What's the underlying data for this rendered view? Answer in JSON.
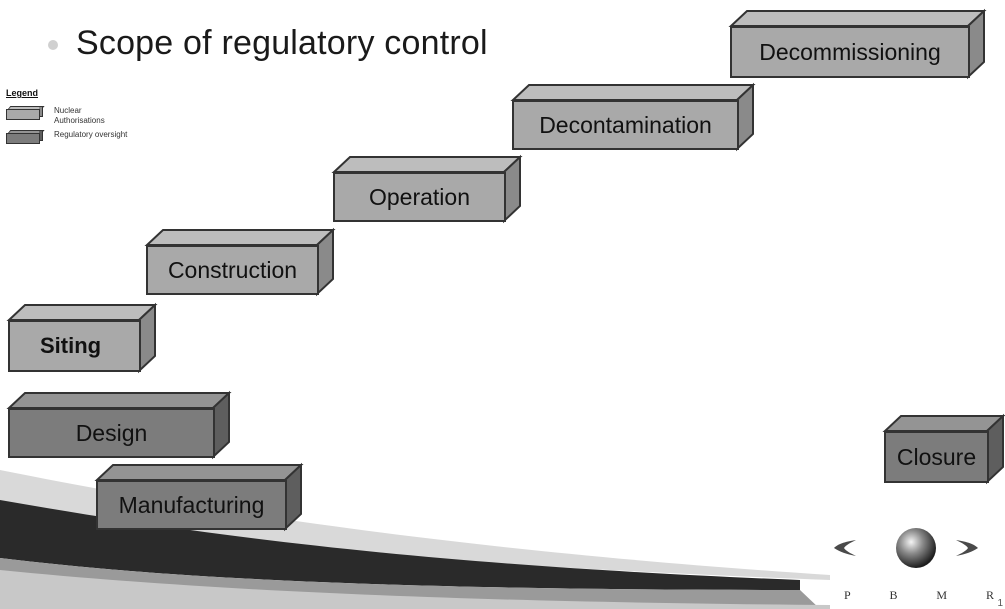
{
  "title": "Scope of regulatory control",
  "legend": {
    "title": "Legend",
    "items": [
      {
        "label": "Nuclear Authorisations",
        "shade": "light"
      },
      {
        "label": "Regulatory oversight",
        "shade": "dark"
      }
    ]
  },
  "stages": {
    "decommissioning": "Decommissioning",
    "decontamination": "Decontamination",
    "operation": "Operation",
    "construction": "Construction",
    "siting": "Siting",
    "design": "Design",
    "manufacturing": "Manufacturing",
    "closure": "Closure"
  },
  "colors": {
    "light_block": "#a9a9a9",
    "dark_block": "#7c7c7c",
    "outline": "#333333"
  },
  "logo": {
    "letters": [
      "P",
      "B",
      "M",
      "R"
    ]
  },
  "page_number": "1"
}
